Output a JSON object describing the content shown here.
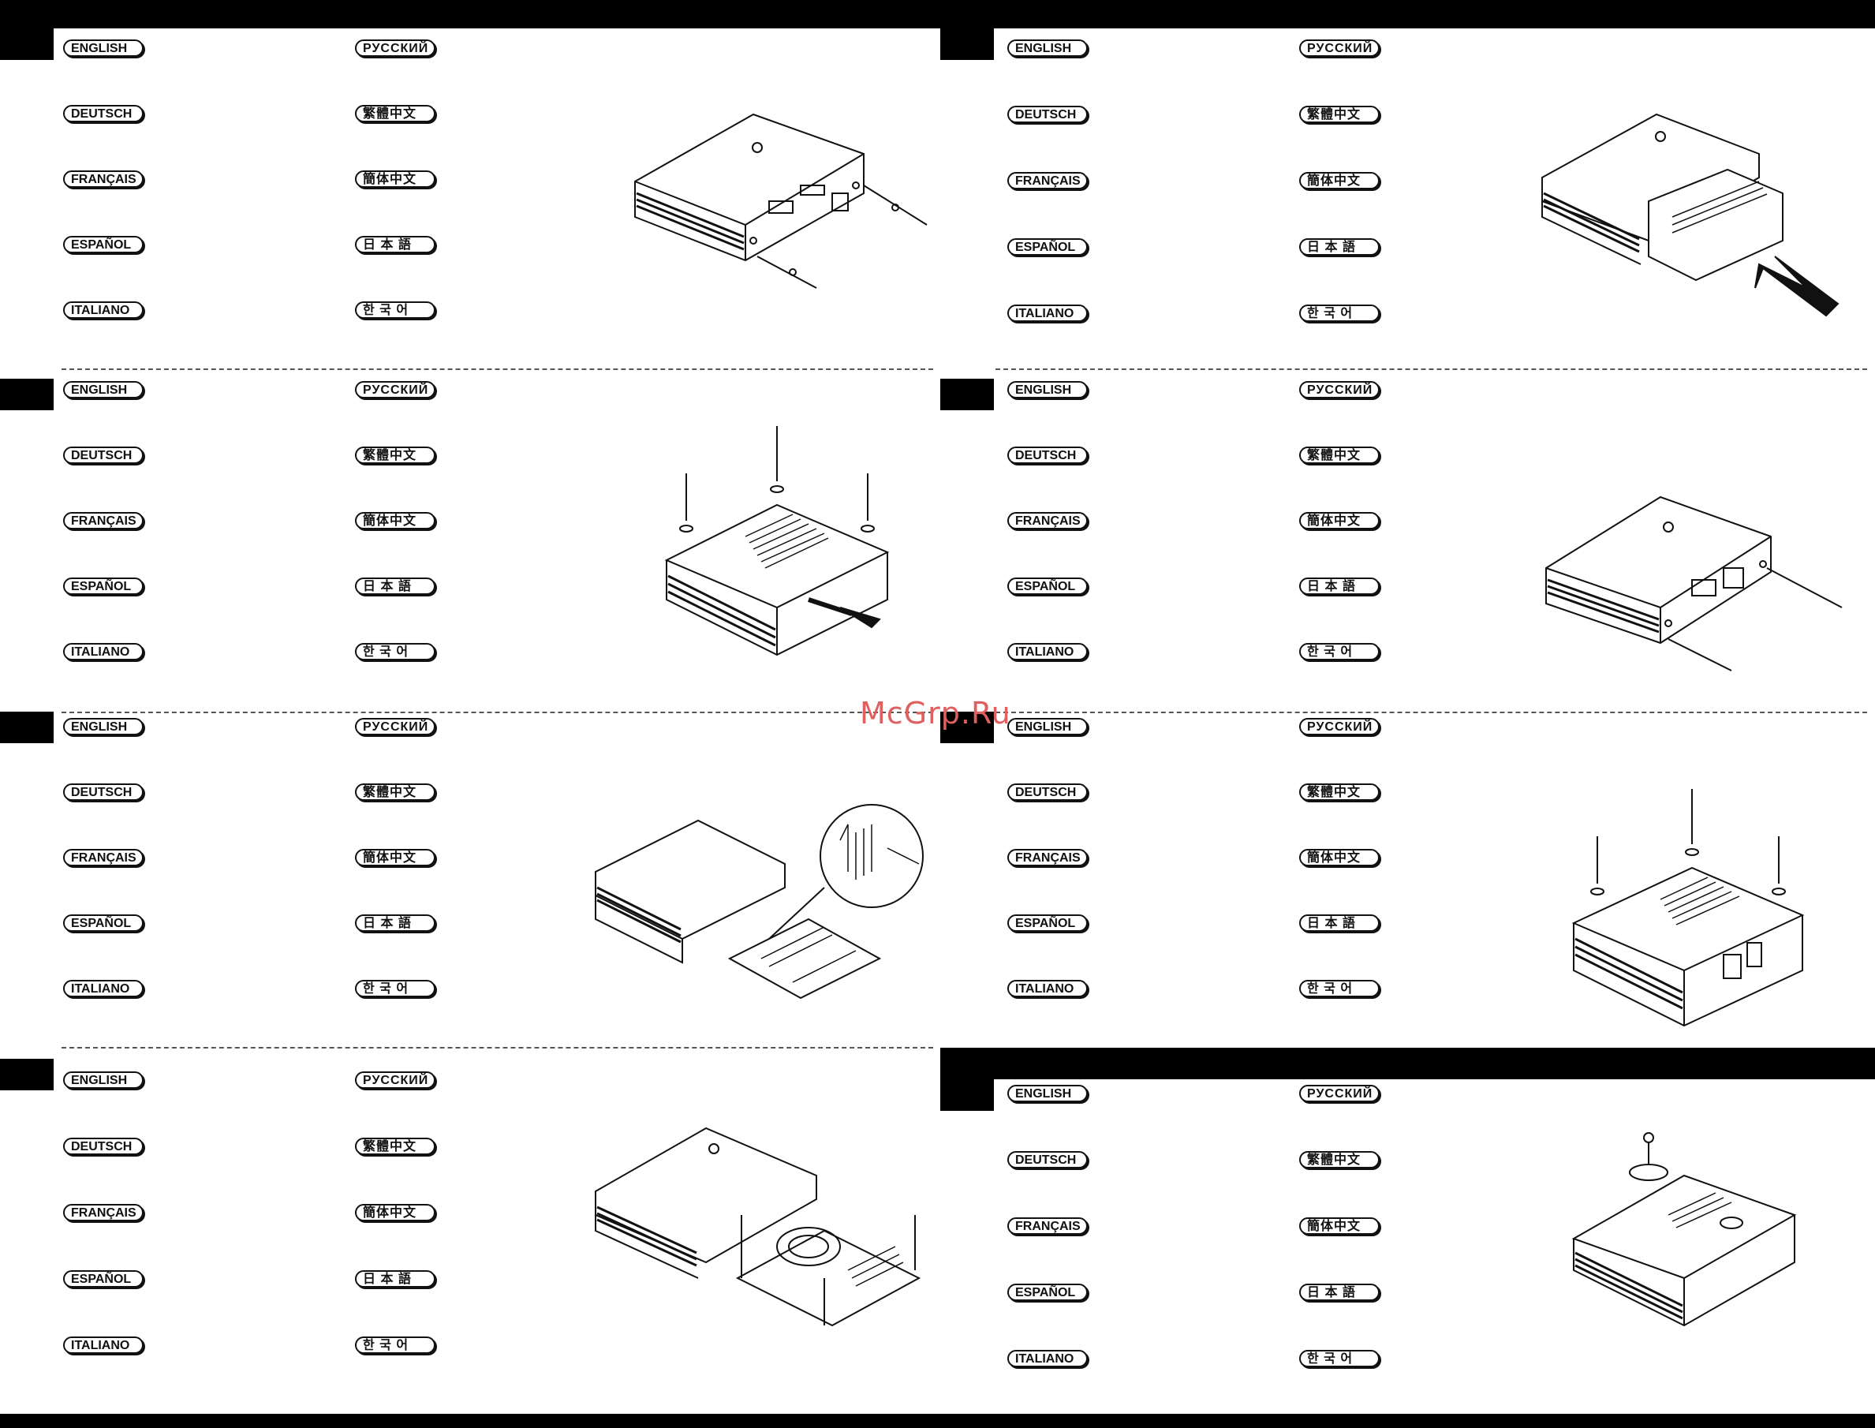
{
  "languages_left": [
    "ENGLISH",
    "DEUTSCH",
    "FRANÇAIS",
    "ESPAÑOL",
    "ITALIANO"
  ],
  "languages_right": [
    "РУССКИЙ",
    "繁體中文",
    "簡体中文",
    "日 本 語",
    "한 국 어"
  ],
  "watermark": "McGrp.Ru",
  "illustrations": [
    {
      "name": "remove-rear-screws",
      "icon": "device-rear-screws-icon"
    },
    {
      "name": "remove-bottom-screws",
      "icon": "device-bottom-screws-icon"
    },
    {
      "name": "detach-board",
      "icon": "board-detach-icon"
    },
    {
      "name": "install-board",
      "icon": "board-install-icon"
    },
    {
      "name": "slide-in-board",
      "icon": "slide-in-arrow-icon"
    },
    {
      "name": "fasten-rear-screws",
      "icon": "device-fasten-rear-icon"
    },
    {
      "name": "fasten-bottom-screws",
      "icon": "device-fasten-bottom-icon"
    },
    {
      "name": "attach-feet",
      "icon": "rubber-feet-icon"
    }
  ],
  "colors": {
    "ink": "#111111",
    "bar": "#000000",
    "dash": "#555555",
    "watermark": "#e06060"
  }
}
